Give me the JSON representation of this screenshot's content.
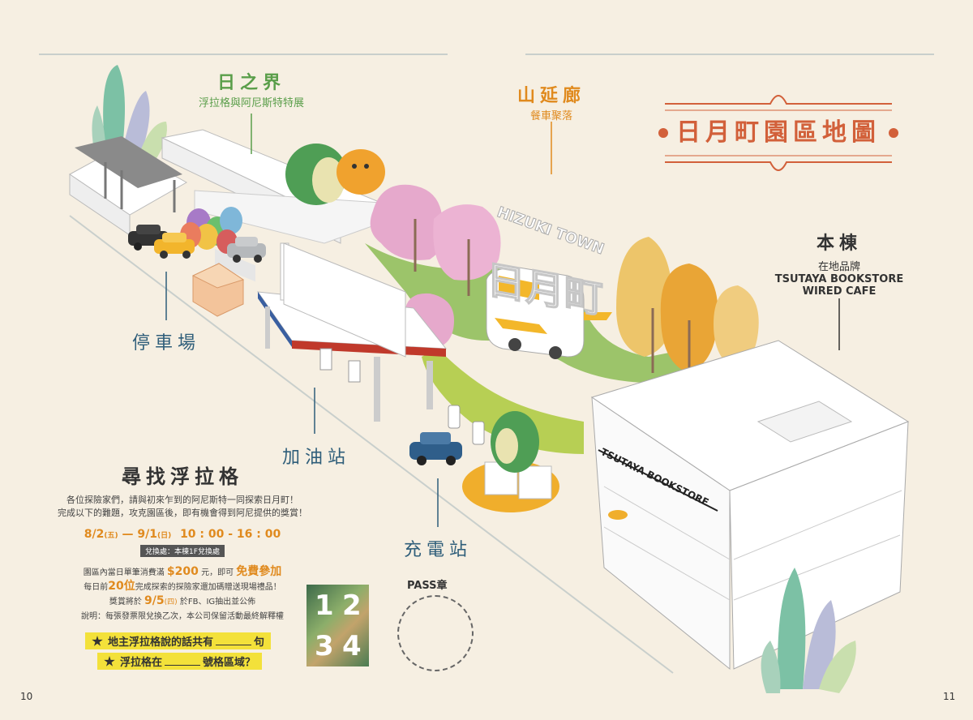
{
  "map": {
    "title": "日月町園區地圖",
    "logo_chinese": "日月町",
    "logo_english": "HIZUKI TOWN",
    "store_sign": "TSUTAYA BOOKSTORE",
    "areas": {
      "sun_realm": {
        "name": "日之界",
        "sub": "浮拉格與阿尼斯特特展"
      },
      "mountain_corridor": {
        "name": "山延廊",
        "sub": "餐車聚落"
      },
      "main_building": {
        "name": "本棟",
        "sub1": "在地品牌",
        "sub2": "TSUTAYA BOOKSTORE",
        "sub3": "WIRED CAFE"
      },
      "parking": {
        "name": "停車場"
      },
      "gas_station": {
        "name": "加油站"
      },
      "charging_station": {
        "name": "充電站"
      }
    }
  },
  "quest": {
    "title": "尋找浮拉格",
    "desc1": "各位探險家們，請與初來乍到的阿尼斯特一同探索日月町！",
    "desc2": "完成以下的難題，攻克園區後，即有機會得到阿尼提供的獎賞！",
    "date_start": "8/2",
    "date_start_day": "(五)",
    "date_dash": " — ",
    "date_end": "9/1",
    "date_end_day": "(日)",
    "time": "10 : 00 - 16 : 00",
    "redeem": "兌換處：本棟1F兌換處",
    "rule1_a": "園區內當日單筆消費滿",
    "rule1_amount": "$200",
    "rule1_b": "元，即可",
    "rule1_free": "免費參加",
    "rule2_a": "每日前",
    "rule2_count": "20位",
    "rule2_b": "完成探索的探險家還加碼贈送現場禮品！",
    "rule3_a": "獎賞將於",
    "rule3_date": "9/5",
    "rule3_day": "(四)",
    "rule3_b": "於FB、IG抽出並公佈",
    "rule4": "說明：每張發票限兌換乙次，本公司保留活動最終解釋權",
    "question1_a": "地主浮拉格說的話共有",
    "question1_b": "句",
    "question2_a": "浮拉格在",
    "question2_b": "號格區域？"
  },
  "pass": {
    "label": "PASS章"
  },
  "card_numbers": [
    "1",
    "2",
    "3",
    "4"
  ],
  "page_left": "10",
  "page_right": "11",
  "colors": {
    "background": "#f6efe2",
    "accent_orange": "#e08a1e",
    "title_red": "#d2603a",
    "label_green": "#5a9e4a",
    "label_blue": "#2f5e7a",
    "highlight_yellow": "#f3e13a"
  }
}
